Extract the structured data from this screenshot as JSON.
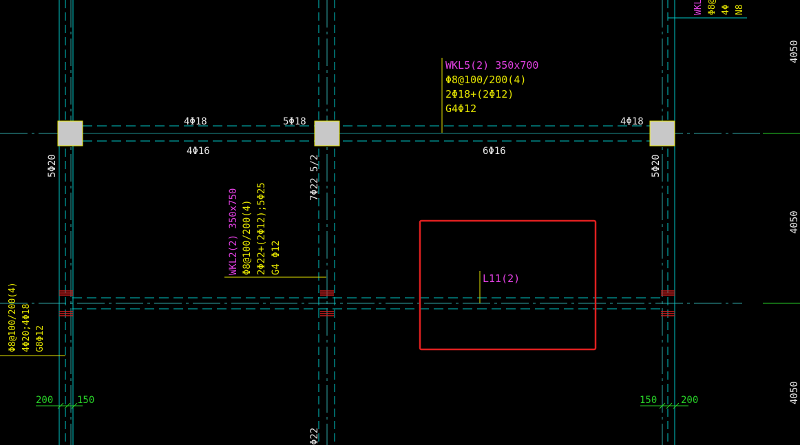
{
  "beams": {
    "wkl5": {
      "name": "WKL5(2) 350x700",
      "stirrup": "Φ8@100/200(4)",
      "top": "2Φ18+(2Φ12)",
      "side": "G4Φ12"
    },
    "wkl2": {
      "name": "WKL2(2) 350x750",
      "stirrup": "Φ8@100/200(4)",
      "top": "2Φ22+(2Φ12);5Φ25",
      "side": "G4 Φ12"
    },
    "left": {
      "stirrup": "Φ8@100/200(4)",
      "top": "4Φ20;4Φ18",
      "side": "G8Φ12"
    },
    "topright": {
      "line1": "WKL",
      "line2": "Φ8@",
      "line3": "4Φ",
      "line4": "N8"
    },
    "l11": {
      "name": "L11(2)"
    }
  },
  "rebar": {
    "top_left": "4Φ18",
    "top_mid": "5Φ18",
    "top_right": "4Φ18",
    "bot_left": "4Φ16",
    "bot_mid": "6Φ16",
    "col_left": "5Φ20",
    "col_mid": "7Φ22 5/2",
    "col_right": "5Φ20",
    "col_mid_bottom": "Φ22"
  },
  "dimensions": {
    "left_a": "200",
    "left_b": "150",
    "right_a": "150",
    "right_b": "200",
    "bay_top": "4050",
    "bay_mid": "4050",
    "bay_bottom": "4050"
  },
  "colors": {
    "background": "#000000",
    "beam_outline": "#00c8c8",
    "axis": "#2fa8a8",
    "leader_yellow": "#e6e600",
    "label_magenta": "#e040e0",
    "dimension_green": "#28d228",
    "column_fill": "#c8c8c8",
    "column_edge": "#e6e600",
    "highlight_box": "#e02020",
    "hatch_red": "#c81e1e"
  }
}
